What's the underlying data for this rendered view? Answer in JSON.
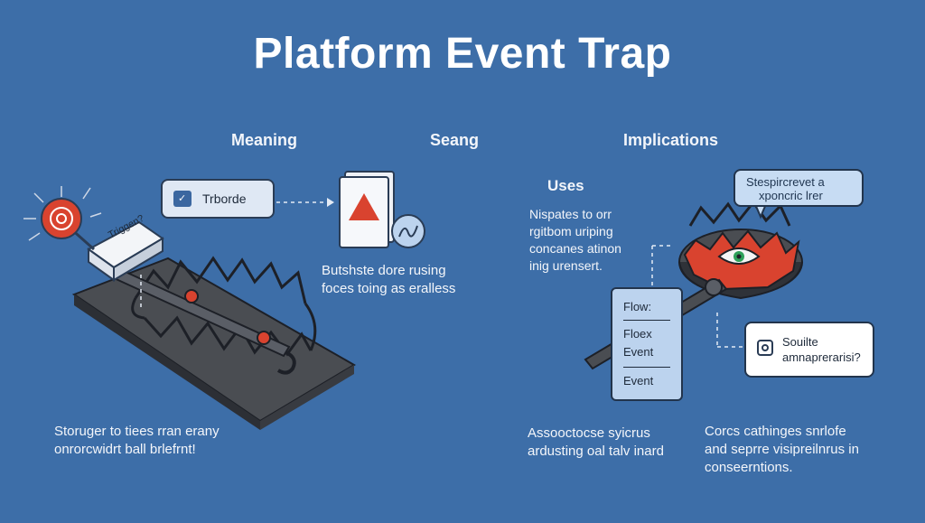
{
  "title": "Platform Event Trap",
  "headings": {
    "meaning": "Meaning",
    "seang": "Seang",
    "implications": "Implications",
    "uses": "Uses"
  },
  "left_panel": {
    "trigger_tag": "Triggen?",
    "trborde_label": "Trborde",
    "caption_lines": [
      "Butshste dore rusing",
      "foces toing as eralless"
    ],
    "bottom_lines": [
      "Storuger to tiees rran erany",
      "onrorcwidrt ball brlefrnt!"
    ]
  },
  "right_panel": {
    "uses_lines": [
      "Nispates to orr",
      "rgitbom uriping",
      "concanes atinon",
      "inig urensert."
    ],
    "bubble1_lines": [
      "Stespircrevet a",
      "xponcric lrer"
    ],
    "flow_items": [
      "Flow:",
      "Floex",
      "Event",
      "Event"
    ],
    "bubble2_lines": [
      "Souilte",
      "amnaprerarisi?"
    ],
    "bottom_mid_lines": [
      "Assooctocse syicrus",
      "ardusting oal talv inard"
    ],
    "bottom_right_lines": [
      "Corcs cathinges snrlofe",
      "and seprre visipreilnrus in",
      "conseerntions."
    ]
  },
  "colors": {
    "background": "#3d6ea8",
    "accent_red": "#d9432f",
    "card_light": "#dfe8f4",
    "outline": "#22344c"
  },
  "icons": [
    "target-icon",
    "warning-triangle-icon",
    "flow-circle-icon",
    "checklist-icon",
    "eye-icon",
    "info-icon"
  ]
}
